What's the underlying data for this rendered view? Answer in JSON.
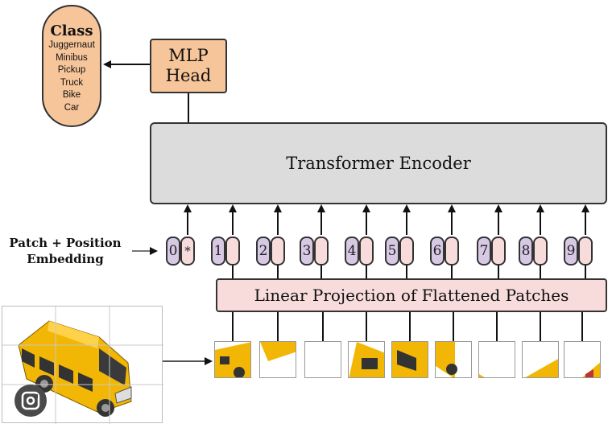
{
  "class_box": {
    "title": "Class",
    "items": [
      "Juggernaut",
      "Minibus",
      "Pickup",
      "Truck",
      "Bike",
      "Car"
    ]
  },
  "mlp_head": {
    "line1": "MLP",
    "line2": "Head"
  },
  "transformer_encoder": {
    "label": "Transformer Encoder"
  },
  "embedding_label": {
    "line1": "Patch + Position",
    "line2": "Embedding"
  },
  "tokens": [
    {
      "pos": "0",
      "emb": "*"
    },
    {
      "pos": "1",
      "emb": ""
    },
    {
      "pos": "2",
      "emb": ""
    },
    {
      "pos": "3",
      "emb": ""
    },
    {
      "pos": "4",
      "emb": ""
    },
    {
      "pos": "5",
      "emb": ""
    },
    {
      "pos": "6",
      "emb": ""
    },
    {
      "pos": "7",
      "emb": ""
    },
    {
      "pos": "8",
      "emb": ""
    },
    {
      "pos": "9",
      "emb": ""
    }
  ],
  "linear_projection": {
    "label": "Linear Projection of Flattened Patches"
  },
  "colors": {
    "orange_box": "#f7c59a",
    "encoder_gray": "#dcdcdc",
    "pink_box": "#f8dcdc",
    "purple_token": "#d7c8e4",
    "bus_yellow": "#f2b705"
  },
  "icons": {
    "search": "lens-search-icon"
  }
}
